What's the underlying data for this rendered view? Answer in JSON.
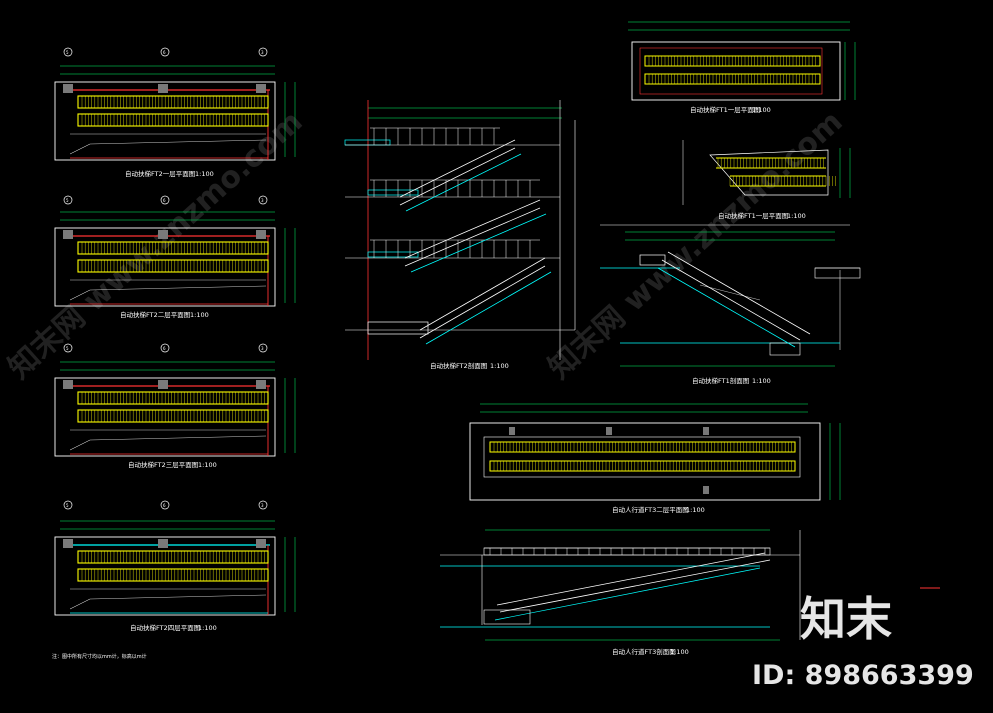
{
  "drawing": {
    "plans": [
      {
        "title": "自动扶梯FT2一层平面图",
        "scale": "1:100",
        "axes": [
          "5",
          "6",
          "3"
        ]
      },
      {
        "title": "自动扶梯FT2二层平面图",
        "scale": "1:100",
        "axes": [
          "5",
          "6",
          "3"
        ]
      },
      {
        "title": "自动扶梯FT2三层平面图",
        "scale": "1:100",
        "axes": [
          "5",
          "6",
          "3"
        ]
      },
      {
        "title": "自动扶梯FT2四层平面图",
        "scale": "1:100",
        "axes": [
          "5",
          "6",
          "3"
        ]
      }
    ],
    "section_ft2": {
      "title": "自动扶梯FT2剖面图",
      "scale": "1:100"
    },
    "plan_ft1_1": {
      "title": "自动扶梯FT1一层平面图",
      "scale": "1:100"
    },
    "plan_ft1_1b": {
      "title": "自动扶梯FT1一层平面图",
      "scale": "1:100"
    },
    "section_ft1": {
      "title": "自动扶梯FT1剖面图",
      "scale": "1:100"
    },
    "plan_ft3": {
      "title": "自动人行道FT3二层平面图",
      "scale": "1:100"
    },
    "section_ft3": {
      "title": "自动人行道FT3剖面图",
      "scale": "1:100"
    },
    "note": "注：图中所有尺寸均以mm计，标高以m计"
  },
  "watermark": {
    "brand": "知末",
    "id": "ID: 898663399",
    "diagonal": "知末网 www.znzmo.com"
  }
}
